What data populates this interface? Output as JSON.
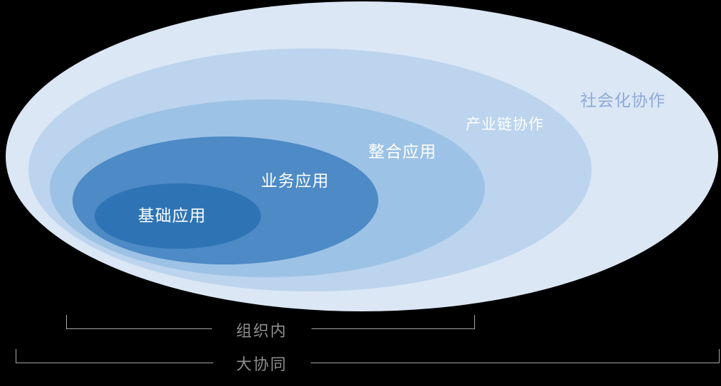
{
  "diagram": {
    "type": "nested-ellipses",
    "background_color": "#000000",
    "rings": [
      {
        "id": "social-collaboration",
        "label": "社会化协作",
        "fill": "#dbe7f5",
        "label_color": "#8faad8"
      },
      {
        "id": "industry-chain-collaboration",
        "label": "产业链协作",
        "fill": "#bcd4ed",
        "label_color": "#ffffff"
      },
      {
        "id": "integrated-applications",
        "label": "整合应用",
        "fill": "#9cc2e5",
        "label_color": "#ffffff"
      },
      {
        "id": "business-applications",
        "label": "业务应用",
        "fill": "#4d8ac6",
        "label_color": "#ffffff"
      },
      {
        "id": "basic-applications",
        "label": "基础应用",
        "fill": "#2e74b5",
        "label_color": "#ffffff"
      }
    ],
    "brackets": [
      {
        "id": "intra-organization",
        "label": "组织内"
      },
      {
        "id": "grand-collaboration",
        "label": "大协同"
      }
    ],
    "bracket_line_color": "#a6a6a6",
    "bracket_text_color": "#8f8f8f"
  }
}
